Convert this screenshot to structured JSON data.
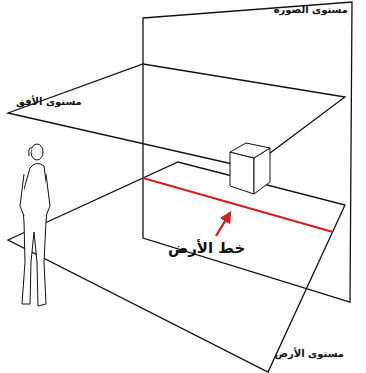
{
  "diagram": {
    "labels": [
      "مستوى الصورة",
      "مستوى الأفق",
      "خط الأرض",
      "مستوى الأرض"
    ]
  }
}
